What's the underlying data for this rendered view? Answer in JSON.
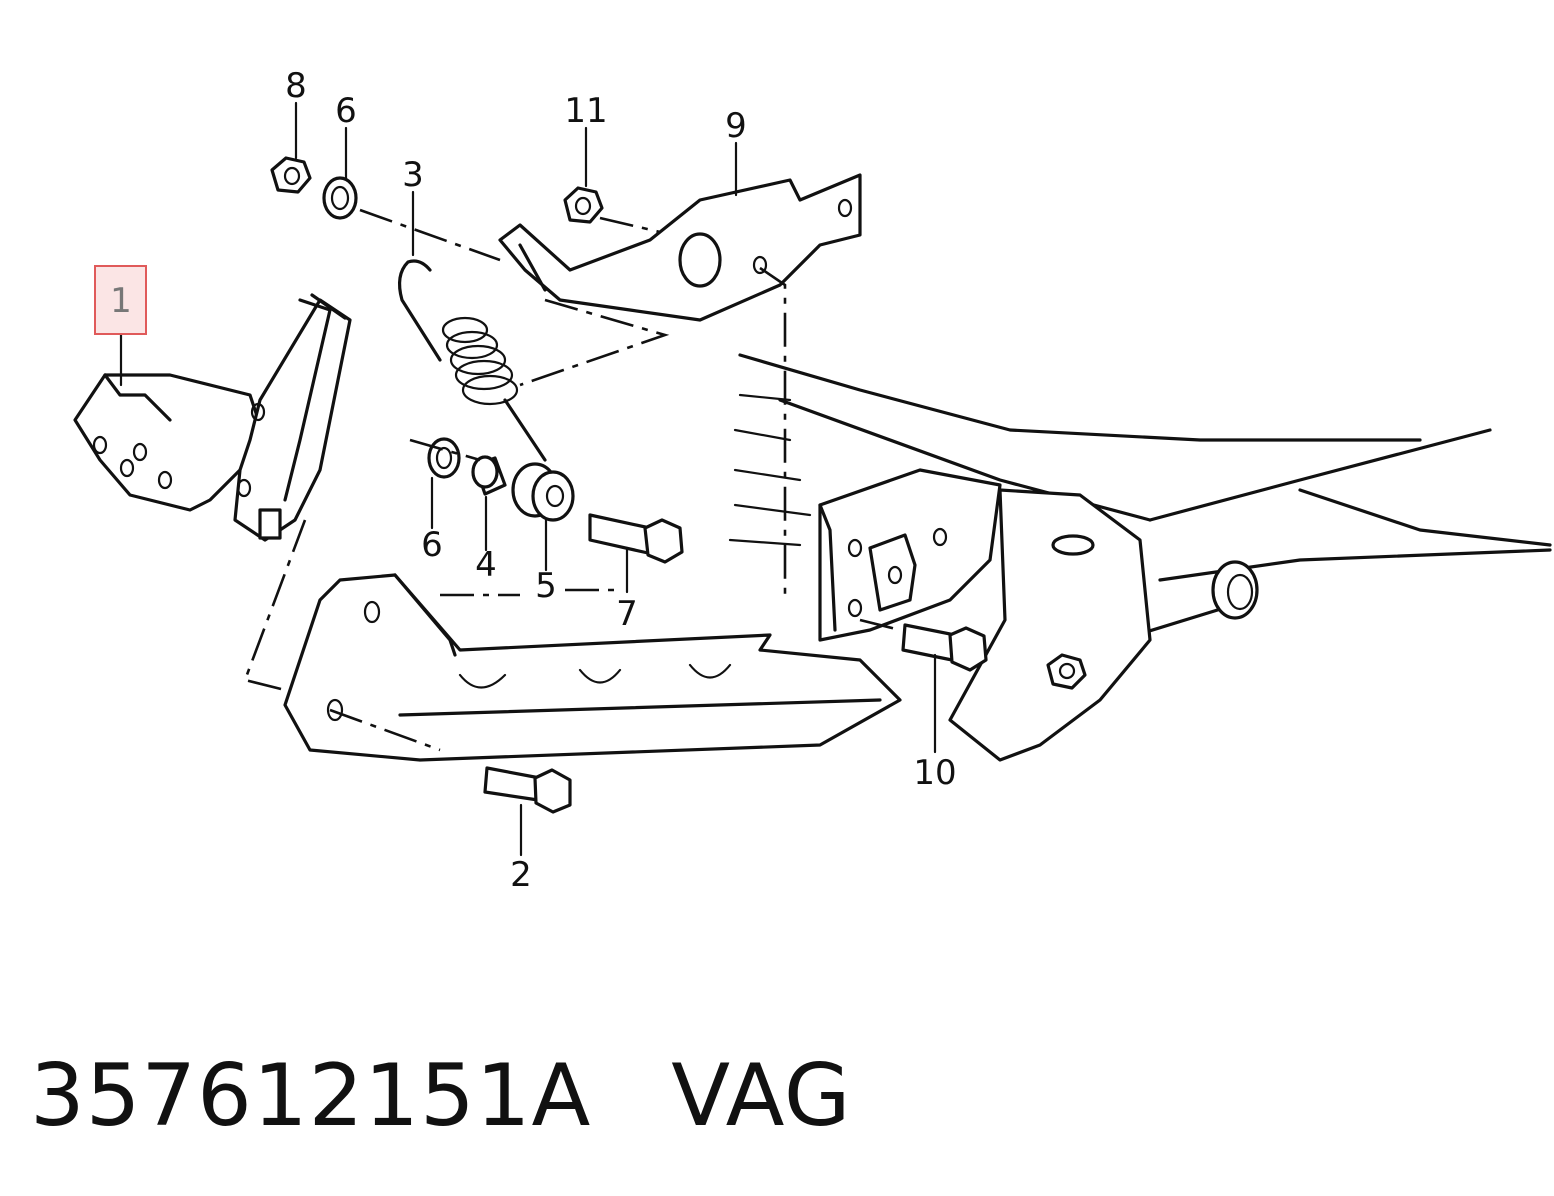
{
  "diagram": {
    "callouts": {
      "c1": "1",
      "c2": "2",
      "c3": "3",
      "c4": "4",
      "c5": "5",
      "c6a": "6",
      "c6b": "6",
      "c7": "7",
      "c8": "8",
      "c9": "9",
      "c10": "10",
      "c11": "11"
    },
    "highlight_color": "#e05a5a"
  },
  "footer": {
    "part_number": "357612151A",
    "brand": "VAG"
  }
}
